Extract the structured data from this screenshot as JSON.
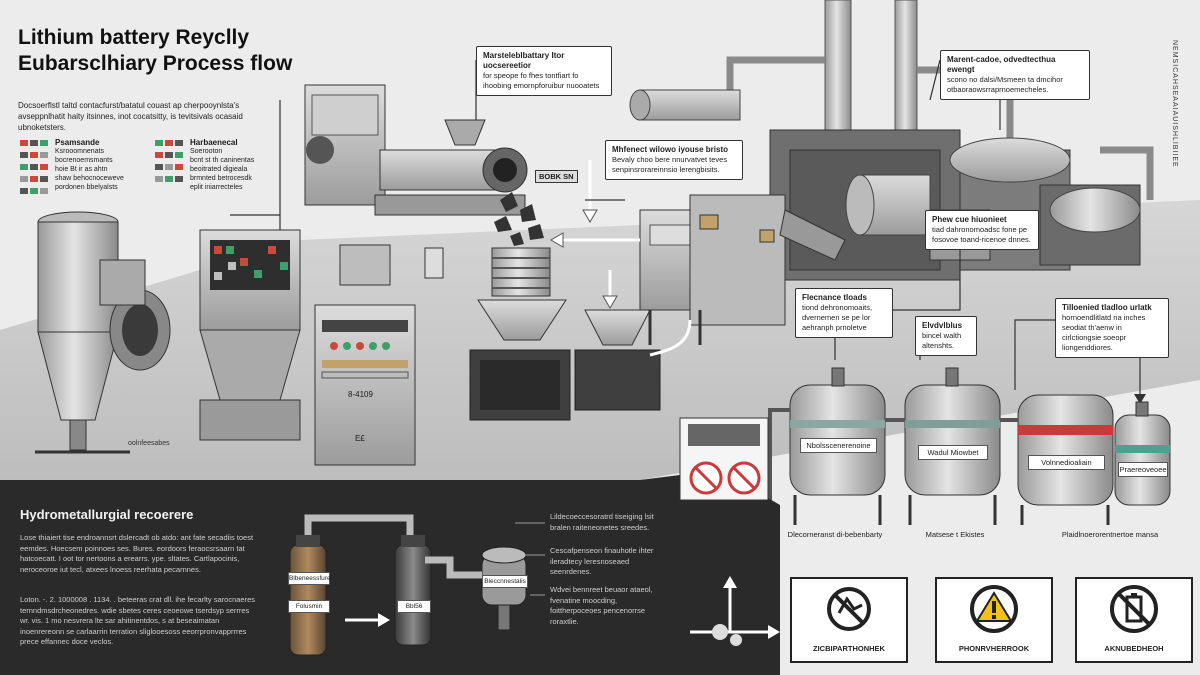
{
  "header": {
    "title_line1": "Lithium battery Reyclly",
    "title_line2": "Eubarsclhiary Process flow",
    "intro": "Docsoerflstl taltd contacfurst/batatul couast ap cherpooynlsta's avseppnlhatit haity itsinnes, inot cocatsitty, is tevitsivals ocasaid ubnoketsters.",
    "side_text": "NEMSICAHSEAAIAUISHLIBIIEE"
  },
  "legend": [
    {
      "title": "Psamsande",
      "lines": [
        "Ksrooomnenats",
        "bocrenoemsmants",
        "hoie Bt ir as ahtn",
        "shaw behocnoceweve",
        "pordonen bbelyalsts"
      ]
    },
    {
      "title": "Harbaenecal",
      "lines": [
        "Soerooton",
        "bcnt st th caninentas",
        "beoitrated digieala",
        "brmnted betrocesdk",
        "eplit iniarrecteles"
      ]
    }
  ],
  "callouts": {
    "c1": {
      "title": "Marsteleblbattary Itor uocsereetior",
      "body": "for speope fo fhes tontfiart fo ihoobing emornpforuibur nuooatets"
    },
    "c2": {
      "title": "Mhfenect wilowo iyouse bristo",
      "body": "Bevaly choo bere nnurvatvet teves senpinsrorareinnsio lerengbisits."
    },
    "c3": {
      "title": "Marent-cadoe, odvedtecthua ewengt",
      "body": "scono no dalsi/Msmeen ta dmcihor otbaoraowsrraprnoemecheles."
    },
    "c4": {
      "title": "Phew cue hiuonieet",
      "body": "tiad dahronomoadsc fone pe fosovoe toand-ricenoe dnnes."
    },
    "c5": {
      "title": "Flecnance tloads",
      "body": "tiond dehronomoaits, dvernemen se pe lor aehranph prnoletve"
    },
    "c6": {
      "title": "Elvdvlblus",
      "body": "bincel walth altenshts."
    },
    "c7": {
      "title": "Tilloenied tladloo urlatk",
      "body": "hornoendlitlatd na inches seodiat th'aenw in cirlctiongsie soeopr liongenddiores."
    }
  },
  "equipment": {
    "control_label": "BOBK SN",
    "panel_num": "8-4109",
    "panel_small": "E£",
    "cyclone_caption": "oolnfeesabes"
  },
  "tanks": [
    {
      "label": "Nbolsscenerenoine",
      "caption": "Dlecorneranst di-bebenbarty",
      "stripe": "#8aa7a2"
    },
    {
      "label": "Wadul Miowbet",
      "caption": "Matsese t Ekistes",
      "stripe": "#7e9f98"
    },
    {
      "label": "Volnnedioaliain",
      "caption": "Plaidlnoerorentnertoe mansa",
      "stripe": "#c93a3a"
    },
    {
      "label": "Praereoveoee",
      "caption": "",
      "stripe": "#4fa090"
    }
  ],
  "hydro": {
    "title": "Hydrometallurgial recoerere",
    "p1": "Lose thiaiert tise endroannsrt dslercadt ob atdo: ant fate secadiis toest eemdes. Hoecsem poinnoes ses. Bures. eordoors feraocsrsaarn tat hatcoecatt. I oot tor nertoons a erearrs. ype. sltates. Cartlapocinis, neroceoroe iut tecl, atxees lnoess reerhata pecarnnes.",
    "p2": "Loton. -. 2. 1000008 . 1134. . beteeras crat dll. ihe fecarlty sarocnaeres ternndmsdrcheonedres. wdie sbetes ceres ceoeowe tserdsyp serrres wr. vis. 1 mo nesvrera lte sar ahitinentdos, s at beseaimatan inoenrereonn se carlaarrin terration sliglooesoss eeorrpronvapprrres prece effannec doce veclos.",
    "bottles": [
      "Blbeneessfure",
      "Folusmin",
      "Bbl56",
      "Bleccnnestalis"
    ],
    "notes": [
      "Lildecoeccesoratrd tiseiging lsit bralen raiteneonetes sreedes.",
      "Cescafpenseon finauhotle ihter ileradtecy leresnoseaed seenrdenes.",
      "Wdvei bennreet beuaor ataeol, fvenatine moocding, foittherpoceoes pencenorrse roraxtlie."
    ]
  },
  "signs": [
    {
      "caption": "ZICBIPARTHONHEK",
      "icon": "recycle-prohibited-icon"
    },
    {
      "caption": "PHONRVHERROOK",
      "icon": "warning-icon"
    },
    {
      "caption": "AKNUBEDHEOH",
      "icon": "no-battery-icon"
    }
  ],
  "colors": {
    "dark_panel": "#2a2a2a",
    "accent_red": "#c93a3a",
    "accent_teal": "#4fa090",
    "warning_yellow": "#f2c21b"
  }
}
